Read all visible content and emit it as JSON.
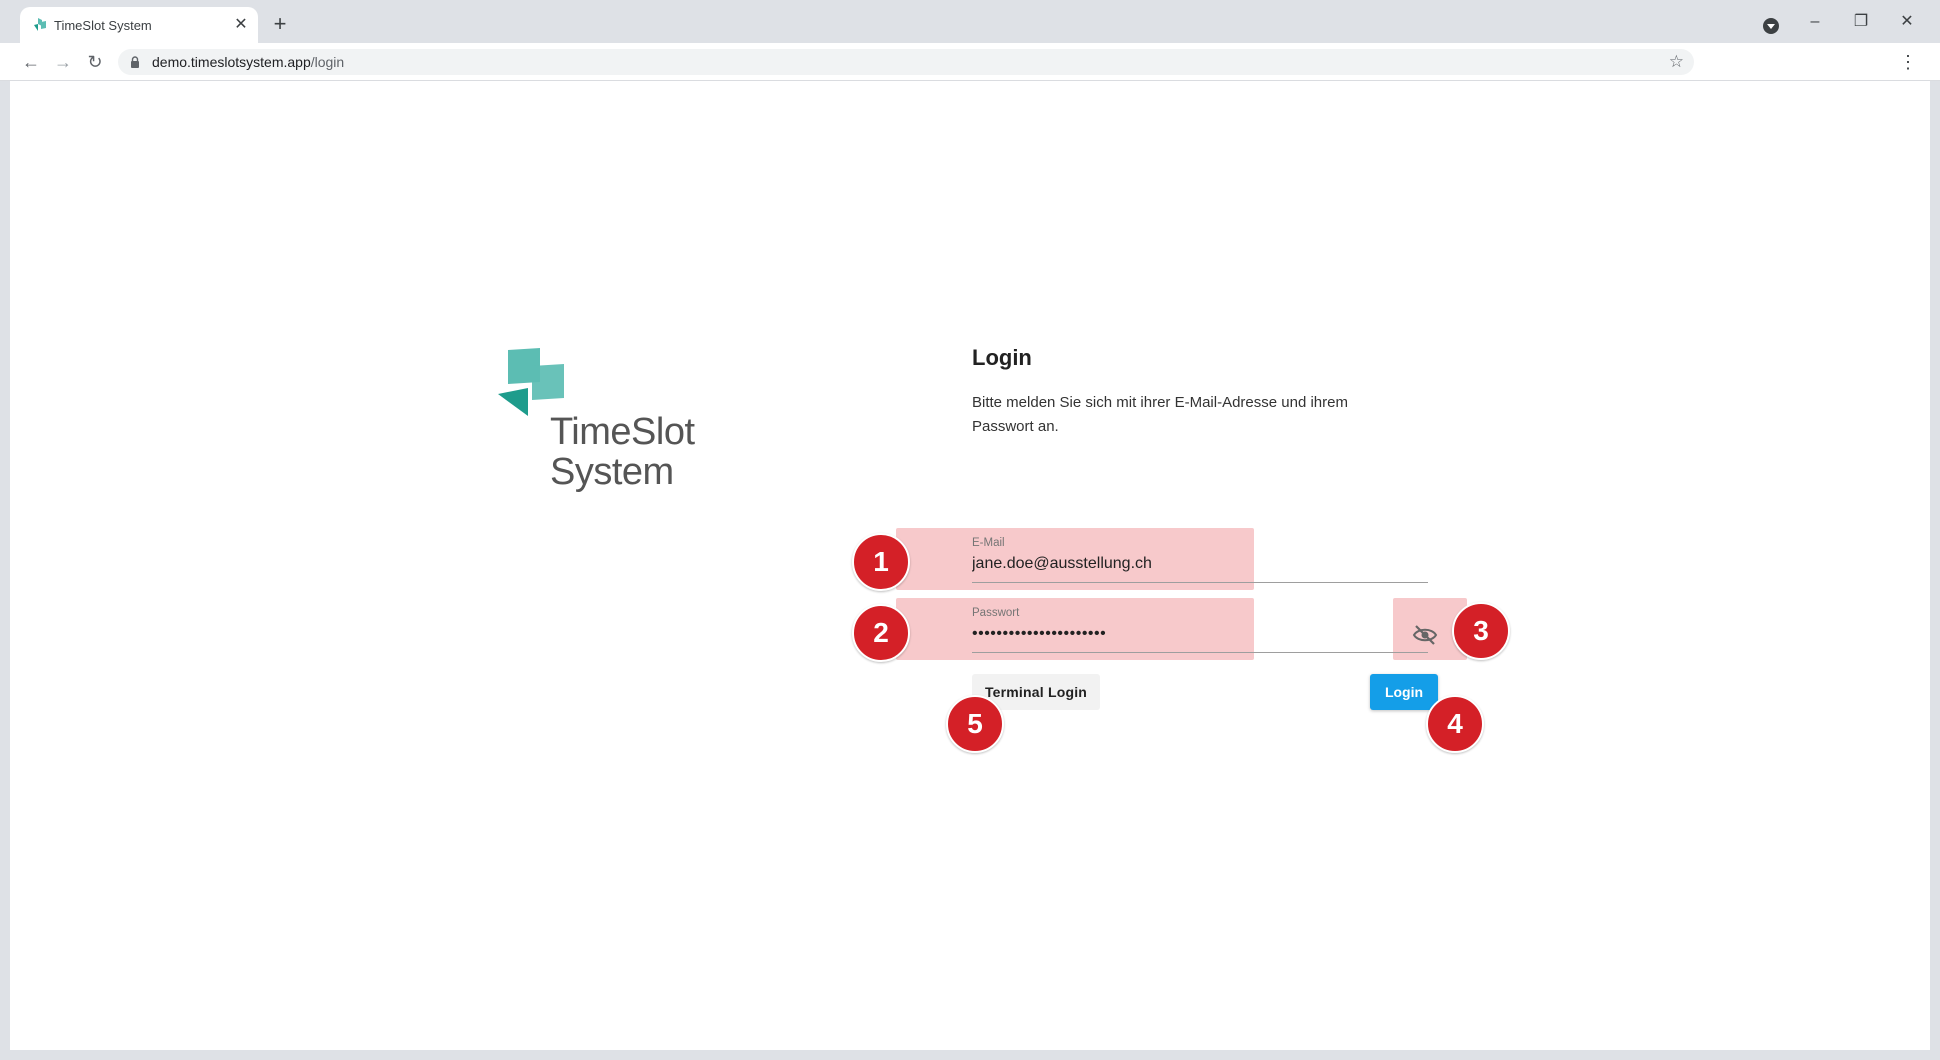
{
  "browser": {
    "tab_title": "TimeSlot System",
    "url_domain": "demo.timeslotsystem.app",
    "url_path": "/login"
  },
  "logo": {
    "line1": "TimeSlot",
    "line2": "System",
    "color": "#5cbdb3"
  },
  "login": {
    "title": "Login",
    "description": "Bitte melden Sie sich mit ihrer E-Mail-Adresse und ihrem Passwort an.",
    "email_label": "E-Mail",
    "email_value": "jane.doe@ausstellung.ch",
    "password_label": "Passwort",
    "password_value": "••••••••••••••••••••••",
    "terminal_button": "Terminal Login",
    "login_button": "Login"
  },
  "markers": [
    "1",
    "2",
    "3",
    "4",
    "5"
  ],
  "colors": {
    "primary_button": "#149ee8",
    "marker": "#d42027",
    "highlight": "#ec787c"
  }
}
